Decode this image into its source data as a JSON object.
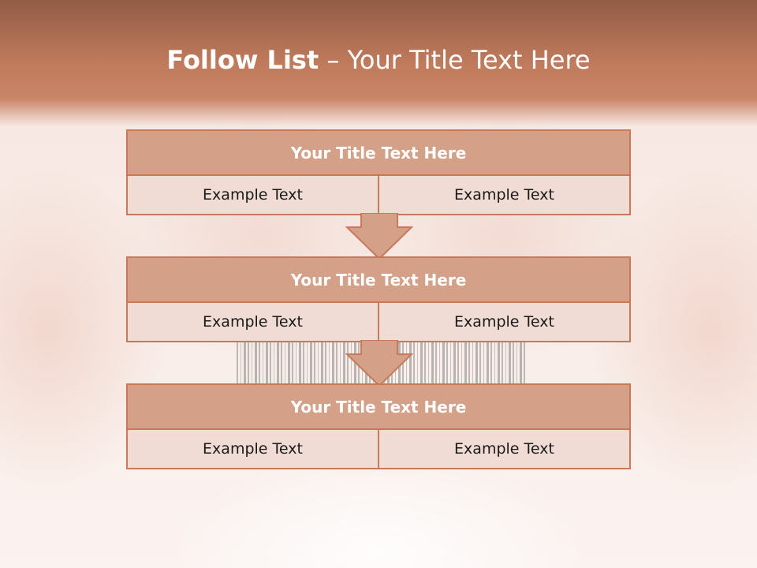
{
  "header": {
    "title_bold": "Follow List",
    "title_rest": " – Your Title Text Here"
  },
  "steps": [
    {
      "title": "Your Title Text Here",
      "left": "Example Text",
      "right": "Example Text"
    },
    {
      "title": "Your Title Text Here",
      "left": "Example Text",
      "right": "Example Text"
    },
    {
      "title": "Your Title Text Here",
      "left": "Example Text",
      "right": "Example Text"
    }
  ],
  "colors": {
    "header": "#c07a5c",
    "box_title": "#d4a087",
    "box_border": "#c8795a",
    "box_row": "#f0dcd4",
    "arrow": "#d4a087"
  }
}
